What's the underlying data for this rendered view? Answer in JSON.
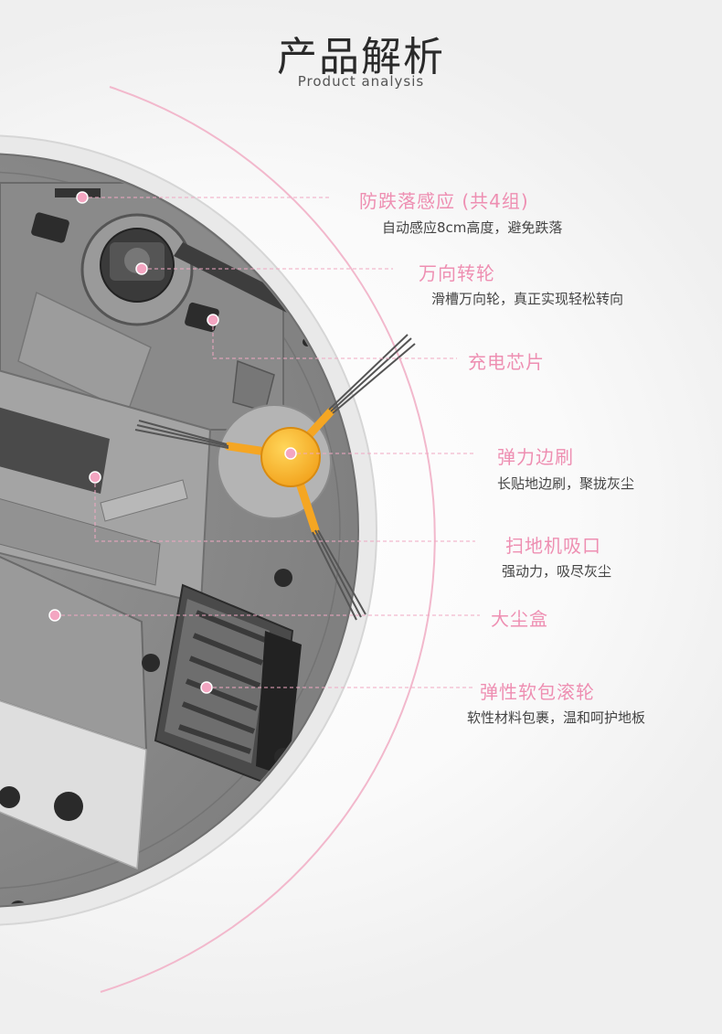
{
  "header": {
    "title": "产品解析",
    "subtitle": "Product analysis"
  },
  "colors": {
    "accent_pink": "#ee8fb2",
    "body_gray": "#8e8e8e",
    "brush_orange": "#f5a623"
  },
  "features": [
    {
      "title": "防跌落感应 (共4组)",
      "desc": "自动感应8cm高度，避免跌落"
    },
    {
      "title": "万向转轮",
      "desc": "滑槽万向轮，真正实现轻松转向"
    },
    {
      "title": "充电芯片",
      "desc": ""
    },
    {
      "title": "弹力边刷",
      "desc": "长贴地边刷，聚拢灰尘"
    },
    {
      "title": "扫地机吸口",
      "desc": "强动力，吸尽灰尘"
    },
    {
      "title": "大尘盒",
      "desc": ""
    },
    {
      "title": "弹性软包滚轮",
      "desc": "软性材料包裹，温和呵护地板"
    }
  ]
}
